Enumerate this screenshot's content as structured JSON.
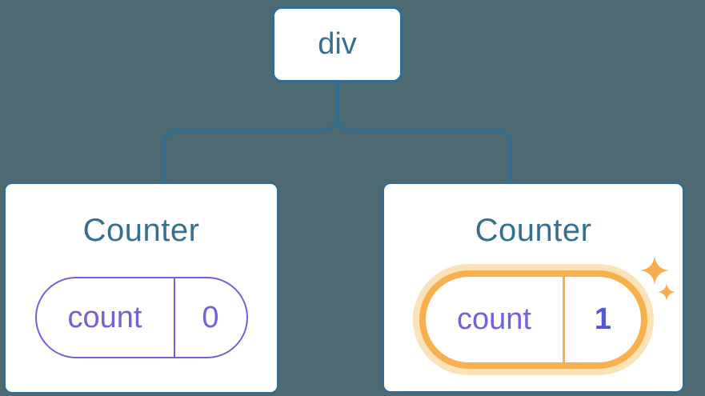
{
  "diagram": {
    "description": "component tree with state",
    "root_node": {
      "label": "div"
    },
    "nodes": [
      {
        "title": "Counter",
        "state_key": "count",
        "state_value": "0",
        "highlighted": false
      },
      {
        "title": "Counter",
        "state_key": "count",
        "state_value": "1",
        "highlighted": true
      }
    ]
  },
  "icons": {
    "sparkle_large": "sparkle-icon",
    "sparkle_small": "sparkle-icon"
  },
  "colors": {
    "background": "#4d6971",
    "node_border": "#2d6f97",
    "connector": "#2d6f97",
    "node_text": "#35708f",
    "pill": "#6e63d8",
    "value_highlight": "#5457cd",
    "highlight_ring": "#f6b04e",
    "highlight_glow": "#fbe2b8",
    "sparkle": "#f5ad4d"
  }
}
